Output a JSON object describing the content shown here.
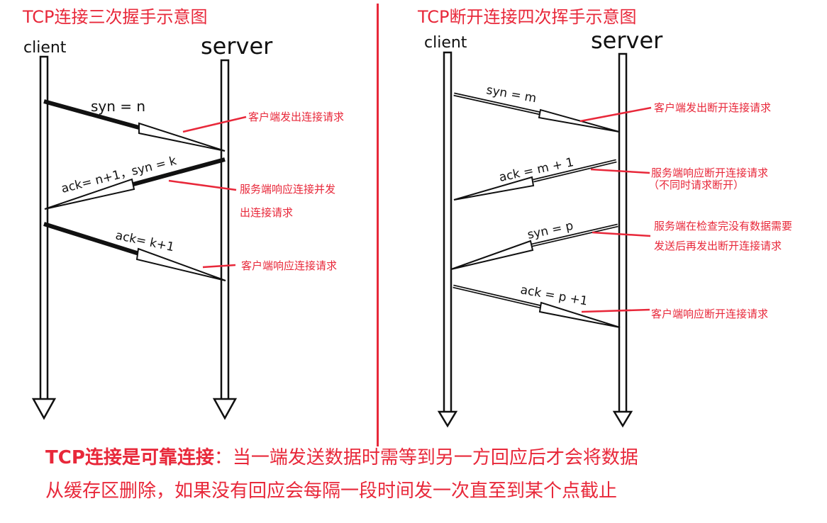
{
  "left": {
    "title": "TCP连接三次握手示意图",
    "client_label": "client",
    "server_label": "server",
    "messages": [
      "syn = n",
      "ack= n+1，syn = k",
      "ack= k+1"
    ],
    "notes": [
      "客户端发出连接请求",
      "服务端响应连接并发",
      "出连接请求",
      "客户端响应连接请求"
    ]
  },
  "right": {
    "title": "TCP断开连接四次挥手示意图",
    "client_label": "client",
    "server_label": "server",
    "messages": [
      "syn = m",
      "ack = m + 1",
      "syn = p",
      "ack = p +1"
    ],
    "notes": [
      "客户端发出断开连接请求",
      "服务端响应断开连接请求",
      "（不同时请求断开）",
      "服务端在检查完没有数据需要",
      "发送后再发出断开连接请求",
      "客户端响应断开连接请求"
    ]
  },
  "summary": {
    "bold": "TCP连接是可靠连接",
    "line1": "：当一端发送数据时需等到另一方回应后才会将数据",
    "line2": "从缓存区删除，如果没有回应会每隔一段时间发一次直至到某个点截止"
  },
  "colors": {
    "accent": "#e8283a",
    "ink": "#111111"
  }
}
